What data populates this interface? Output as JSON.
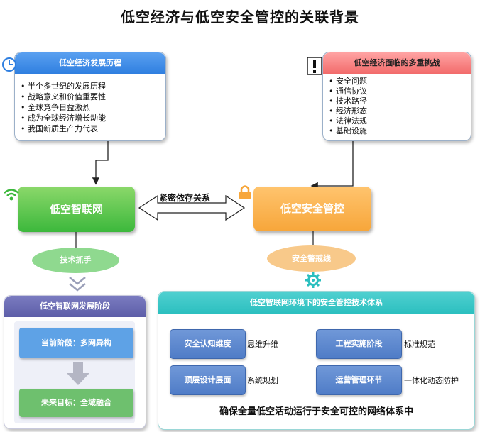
{
  "title": "低空经济与低空安全管控的关联背景",
  "history": {
    "header": "低空经济发展历程",
    "items": [
      "半个多世纪的发展历程",
      "战略意义和价值重要性",
      "全球竞争日益激烈",
      "成为全球经济增长动能",
      "我国新质生产力代表"
    ]
  },
  "challenges": {
    "header": "低空经济面临的多重挑战",
    "items": [
      "安全问题",
      "通信协议",
      "技术路径",
      "经济形态",
      "法律法规",
      "基础设施"
    ]
  },
  "network_node": "低空智联网",
  "safety_node": "低空安全管控",
  "relation_label": "紧密依存关系",
  "tech_hand": "技术抓手",
  "safety_line": "安全警戒线",
  "stages": {
    "header": "低空智联网发展阶段",
    "current": "当前阶段：多网异构",
    "future": "未来目标：全域融合"
  },
  "tech_system": {
    "header": "低空智联网环境下的安全管控技术体系",
    "rows": [
      {
        "box": "安全认知维度",
        "desc": "思维升维"
      },
      {
        "box": "工程实施阶段",
        "desc": "标准规范"
      },
      {
        "box": "顶层设计层面",
        "desc": "系统规划"
      },
      {
        "box": "运营管理环节",
        "desc": "一体化动态防护"
      }
    ],
    "conclusion": "确保全量低空活动运行于安全可控的网络体系中"
  },
  "colors": {
    "blue_header": "#2f7fe0",
    "red_header": "#f26b6b",
    "green_node": "#3cb83c",
    "orange_node": "#f7a63a",
    "purple_header": "#5d5ea8",
    "teal_header": "#2bbfbf"
  },
  "icons": [
    "clock-icon",
    "exclamation-icon",
    "wifi-icon",
    "lock-icon",
    "gear-icon",
    "double-chevron-down-icon"
  ]
}
